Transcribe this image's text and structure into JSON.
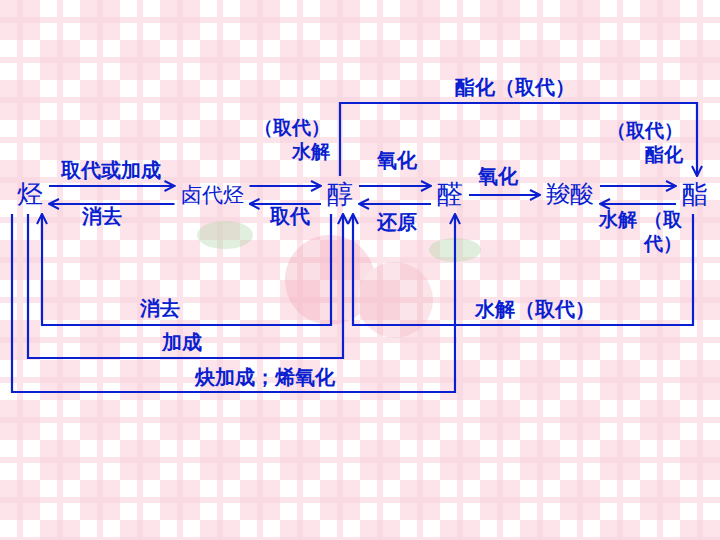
{
  "diagram": {
    "nodes": [
      {
        "text": [
          "烃"
        ]
      },
      {
        "text": [
          "卤代烃"
        ]
      },
      {
        "text": [
          "醇"
        ]
      },
      {
        "text": [
          "醛"
        ]
      },
      {
        "text": [
          "羧酸"
        ]
      },
      {
        "text": [
          "酯"
        ]
      }
    ],
    "edges": [
      {
        "from": 0,
        "to": 1,
        "label": "取代或加成",
        "arrow": "to"
      },
      {
        "from": 1,
        "to": 0,
        "label": "消去",
        "arrow": "to"
      },
      {
        "from": 1,
        "to": 2,
        "label": "（取代） 水解",
        "arrow": "to"
      },
      {
        "from": 2,
        "to": 1,
        "label": "取代",
        "arrow": "to"
      },
      {
        "from": 2,
        "to": 3,
        "label": "氧化",
        "arrow": "to"
      },
      {
        "from": 3,
        "to": 2,
        "label": "还原",
        "arrow": "to"
      },
      {
        "from": 3,
        "to": 4,
        "label": "氧化",
        "arrow": "to"
      },
      {
        "from": 4,
        "to": 5,
        "label": "（取代） 酯化",
        "arrow": "to"
      },
      {
        "from": 5,
        "to": 4,
        "label": "水解 （取代）",
        "arrow": "to"
      },
      {
        "from": 2,
        "to": 5,
        "label": "酯化（取代）",
        "arrow": "to"
      },
      {
        "from": 2,
        "to": 0,
        "label": "消去",
        "arrow": "to"
      },
      {
        "from": 0,
        "to": 2,
        "label": "加成",
        "arrow": "to"
      },
      {
        "from": 0,
        "to": 3,
        "label": "炔加成；烯氧化",
        "arrow": "to"
      },
      {
        "from": 5,
        "to": 2,
        "label": "水解（取代）",
        "arrow": "to"
      }
    ]
  }
}
